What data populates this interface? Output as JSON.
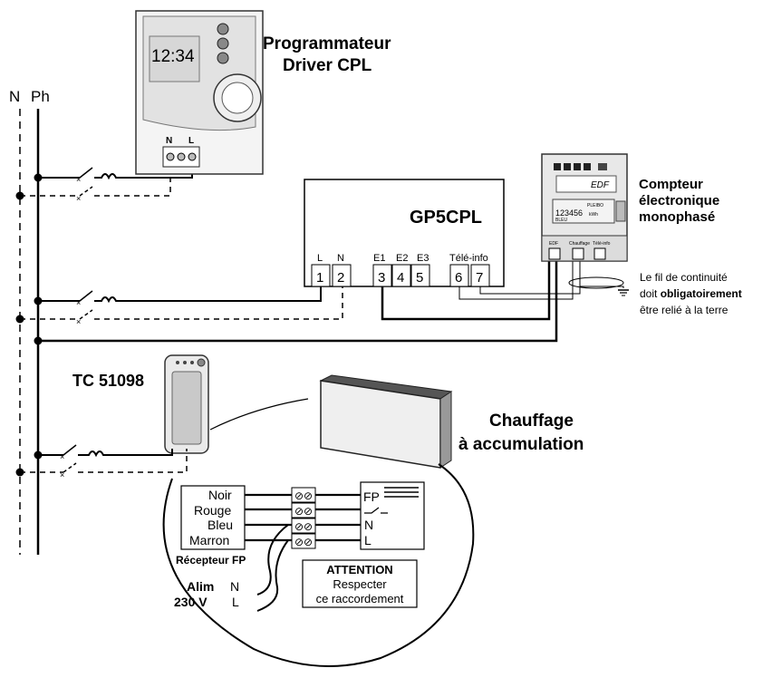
{
  "lines": {
    "neutral_label": "N",
    "phase_label": "Ph"
  },
  "programmer": {
    "title_line1": "Programmateur",
    "title_line2": "Driver CPL",
    "display_time": "12:34",
    "terminal_n": "N",
    "terminal_l": "L"
  },
  "gp5cpl": {
    "title": "GP5CPL",
    "label_l": "L",
    "label_n": "N",
    "label_e1": "E1",
    "label_e2": "E2",
    "label_e3": "E3",
    "label_teleinfo": "Télé-info",
    "terminals": [
      "1",
      "2",
      "3",
      "4",
      "5",
      "6",
      "7"
    ]
  },
  "meter": {
    "title_line1": "Compteur",
    "title_line2": "électronique",
    "title_line3": "monophasé",
    "brand": "EDF",
    "display_value": "123456",
    "display_unit": "kWh",
    "display_top": "PLEIBO",
    "display_bottom": "BLEU",
    "port_labels": [
      "EDF",
      "Chauffage",
      "Télé-info"
    ]
  },
  "ground_note": {
    "line1": "Le fil de continuité",
    "line2_prefix": "doit ",
    "line2_bold": "obligatoirement",
    "line3": "être relié à la terre"
  },
  "thermostat": {
    "label": "TC 51098"
  },
  "heater": {
    "title_line1": "Chauffage",
    "title_line2": "à accumulation"
  },
  "receiver": {
    "wires": [
      "Noir",
      "Rouge",
      "Bleu",
      "Marron"
    ],
    "label": "Récepteur FP",
    "alim_line1": "Alim",
    "alim_line2": "230 V",
    "alim_n": "N",
    "alim_l": "L"
  },
  "heater_terminals": {
    "fp": "FP",
    "n": "N",
    "l": "L"
  },
  "attention": {
    "title": "ATTENTION",
    "line1": "Respecter",
    "line2": "ce raccordement"
  }
}
